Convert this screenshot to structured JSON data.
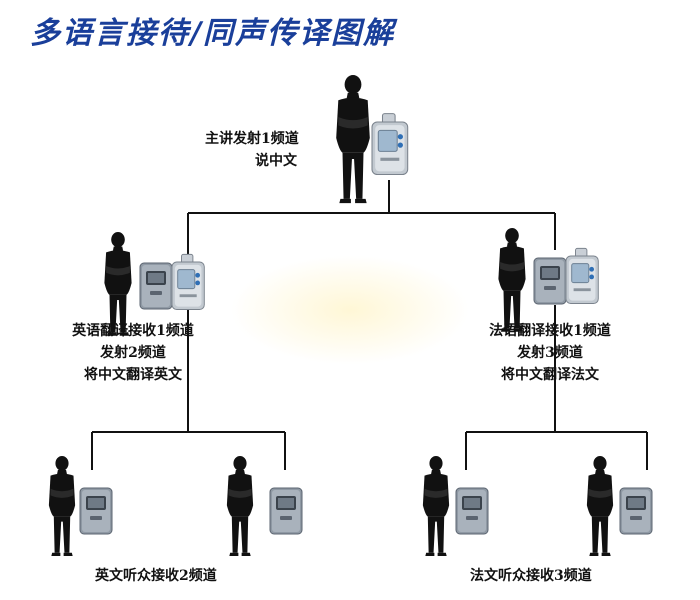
{
  "title": "多语言接待/同声传译图解",
  "speaker": {
    "line1": "主讲发射1频道",
    "line2": "说中文"
  },
  "interpreter_en": {
    "line1": "英语翻译接收1频道",
    "line2": "发射2频道",
    "line3": "将中文翻译英文"
  },
  "interpreter_fr": {
    "line1": "法语翻译接收1频道",
    "line2": "发射3频道",
    "line3": "将中文翻译法文"
  },
  "listeners_en": {
    "label": "英文听众接收2频道"
  },
  "listeners_fr": {
    "label": "法文听众接收3频道"
  },
  "colors": {
    "title": "#1a3f9a",
    "silhouette": "#111111",
    "device": "#9aa3ad",
    "line": "#111111"
  }
}
